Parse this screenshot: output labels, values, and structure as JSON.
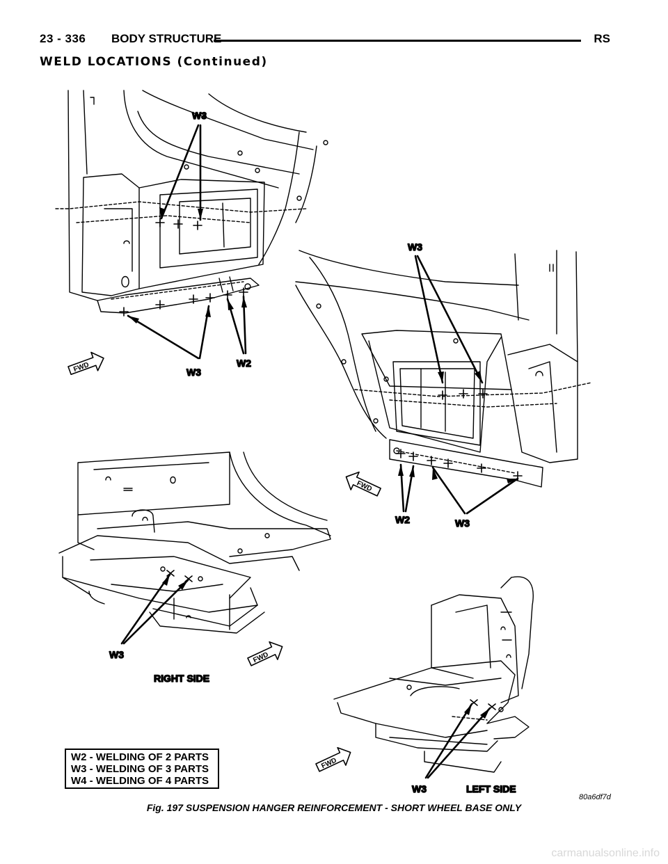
{
  "header": {
    "page_number": "23 - 336",
    "title": "BODY STRUCTURE",
    "section_code": "RS"
  },
  "section_title": "WELD LOCATIONS (Continued)",
  "callouts": {
    "w3": "W3",
    "w2": "W2",
    "fwd": "FWD",
    "right_side": "RIGHT SIDE",
    "left_side": "LEFT SIDE"
  },
  "legend": [
    "W2 - WELDING OF 2 PARTS",
    "W3 - WELDING OF 3 PARTS",
    "W4 - WELDING OF 4 PARTS"
  ],
  "caption": "Fig. 197 SUSPENSION HANGER REINFORCEMENT - SHORT WHEEL BASE ONLY",
  "figure_code": "80a6df7d",
  "watermark": "carmanualsonline.info"
}
